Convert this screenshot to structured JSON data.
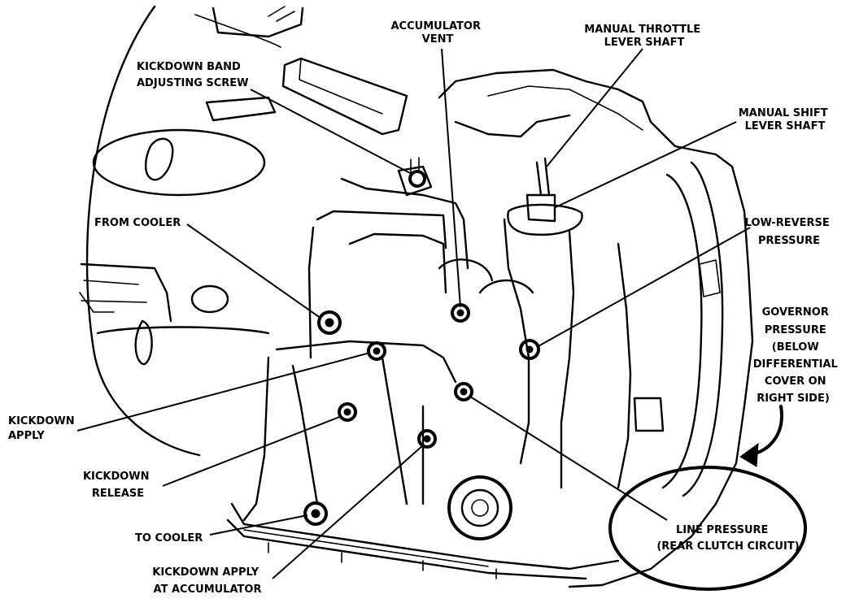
{
  "labels": {
    "accumulator_vent": [
      "ACCUMULATOR",
      "VENT"
    ],
    "manual_throttle": [
      "MANUAL THROTTLE",
      "LEVER SHAFT"
    ],
    "kickdown_band": [
      "KICKDOWN BAND",
      "ADJUSTING SCREW"
    ],
    "manual_shift": [
      "MANUAL SHIFT",
      "LEVER SHAFT"
    ],
    "from_cooler": [
      "FROM COOLER"
    ],
    "low_reverse": [
      "LOW-REVERSE",
      "PRESSURE"
    ],
    "governor": [
      "GOVERNOR",
      "PRESSURE",
      "(BELOW",
      "DIFFERENTIAL",
      "COVER ON",
      "RIGHT SIDE)"
    ],
    "kickdown_apply": [
      "KICKDOWN",
      "APPLY"
    ],
    "kickdown_release": [
      "KICKDOWN",
      "RELEASE"
    ],
    "to_cooler": [
      "TO COOLER"
    ],
    "line_pressure": [
      "LINE PRESSURE",
      "(REAR CLUTCH CIRCUIT)"
    ],
    "kickdown_apply_accumulator": [
      "KICKDOWN APPLY",
      "AT ACCUMULATOR"
    ]
  }
}
